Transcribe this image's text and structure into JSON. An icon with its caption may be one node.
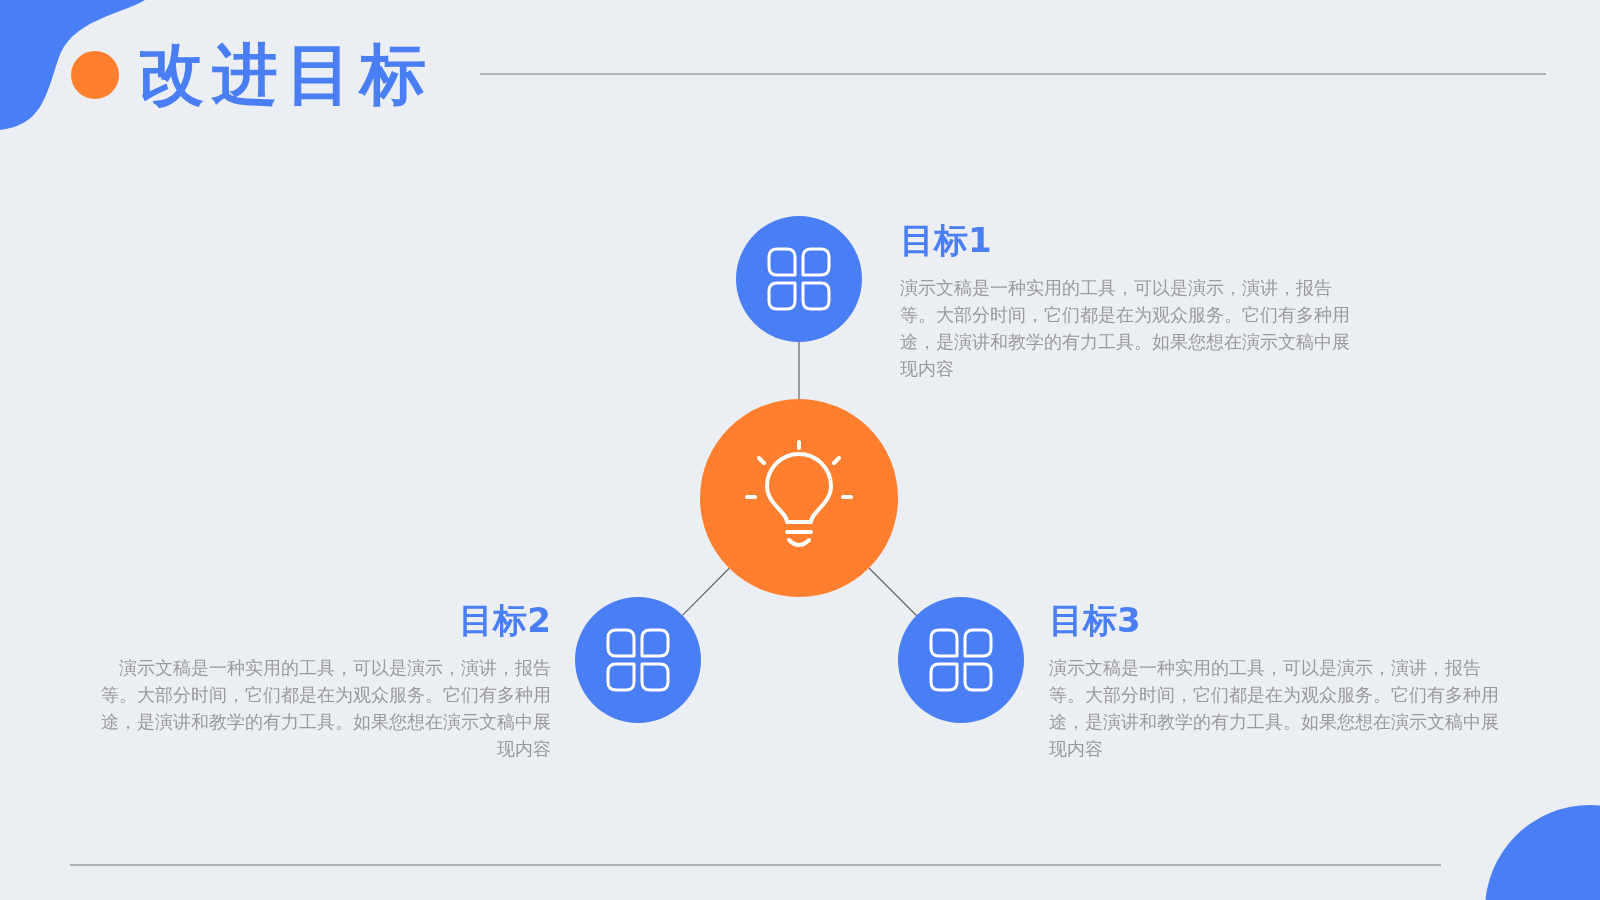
{
  "diagram": {
    "title": "改进目标",
    "nodes": [
      {
        "text": [],
        "shape": "circle",
        "beside": [
          "目标1",
          "演示文稿是一种实用的工具，可以是演示，演讲，报告等。大部分时间，它们都是在为观众服务。它们有多种用途，是演讲和教学的有力工具。如果您想在演示文稿中展现内容"
        ]
      },
      {
        "text": [],
        "shape": "circle"
      },
      {
        "text": [],
        "shape": "circle",
        "beside": [
          "目标2",
          "演示文稿是一种实用的工具，可以是演示，演讲，报告等。大部分时间，它们都是在为观众服务。它们有多种用途，是演讲和教学的有力工具。如果您想在演示文稿中展现内容"
        ]
      },
      {
        "text": [],
        "shape": "circle",
        "beside": [
          "目标3",
          "演示文稿是一种实用的工具，可以是演示，演讲，报告等。大部分时间，它们都是在为观众服务。它们有多种用途，是演讲和教学的有力工具。如果您想在演示文稿中展现内容"
        ]
      }
    ],
    "edges": [
      {
        "from": 1,
        "to": 0,
        "arrow": "none"
      },
      {
        "from": 1,
        "to": 2,
        "arrow": "none"
      },
      {
        "from": 1,
        "to": 3,
        "arrow": "none"
      }
    ]
  }
}
